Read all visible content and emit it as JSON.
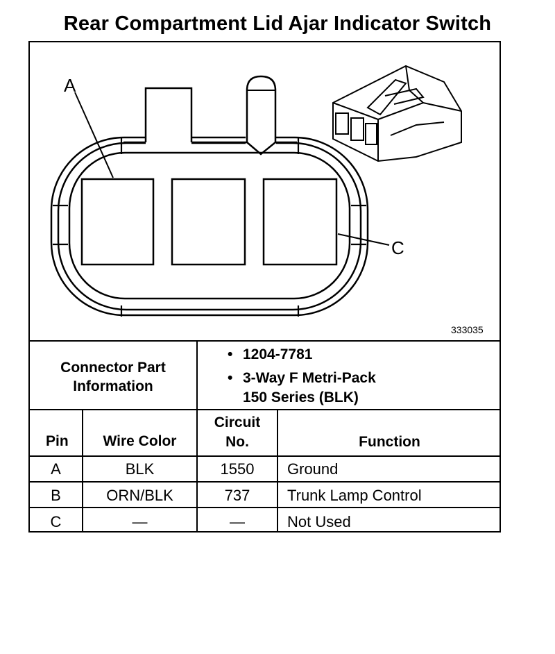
{
  "title": "Rear Compartment Lid Ajar Indicator Switch",
  "figure_id": "333035",
  "callouts": {
    "a": "A",
    "c": "C"
  },
  "connector_info": {
    "label_line1": "Connector Part",
    "label_line2": "Information",
    "items": [
      {
        "line1": "1204-7781",
        "line2": ""
      },
      {
        "line1": "3-Way F Metri-Pack",
        "line2": "150 Series (BLK)"
      }
    ]
  },
  "table": {
    "headers": {
      "pin": "Pin",
      "wire_color": "Wire Color",
      "circuit_line1": "Circuit",
      "circuit_line2": "No.",
      "function": "Function"
    },
    "rows": [
      {
        "pin": "A",
        "wire_color": "BLK",
        "circuit": "1550",
        "function": "Ground"
      },
      {
        "pin": "B",
        "wire_color": "ORN/BLK",
        "circuit": "737",
        "function": "Trunk Lamp Control"
      },
      {
        "pin": "C",
        "wire_color": "—",
        "circuit": "—",
        "function": "Not Used"
      }
    ]
  }
}
